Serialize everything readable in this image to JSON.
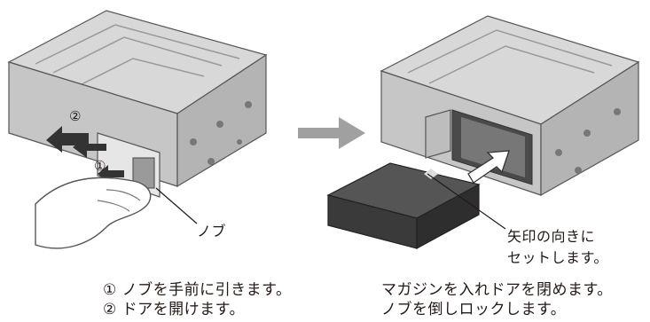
{
  "step_left": {
    "marker_1": "①",
    "marker_2": "②",
    "knob_label": "ノブ",
    "captions": [
      "① ノブを手前に引きます。",
      "② ドアを開けます。"
    ]
  },
  "step_right": {
    "arrow_label_line1": "矢印の向きに",
    "arrow_label_line2": "セットします。",
    "captions": [
      "マガジンを入れドアを閉めます。",
      "ノブを倒しロックします。"
    ]
  },
  "colors": {
    "ink": "#231815",
    "unit_light": "#dcdcdc",
    "unit_mid": "#bdbdbd",
    "unit_dark": "#8a8a8a",
    "magazine": "#3a3a3a",
    "transition_arrow": "#a0a0a0"
  }
}
